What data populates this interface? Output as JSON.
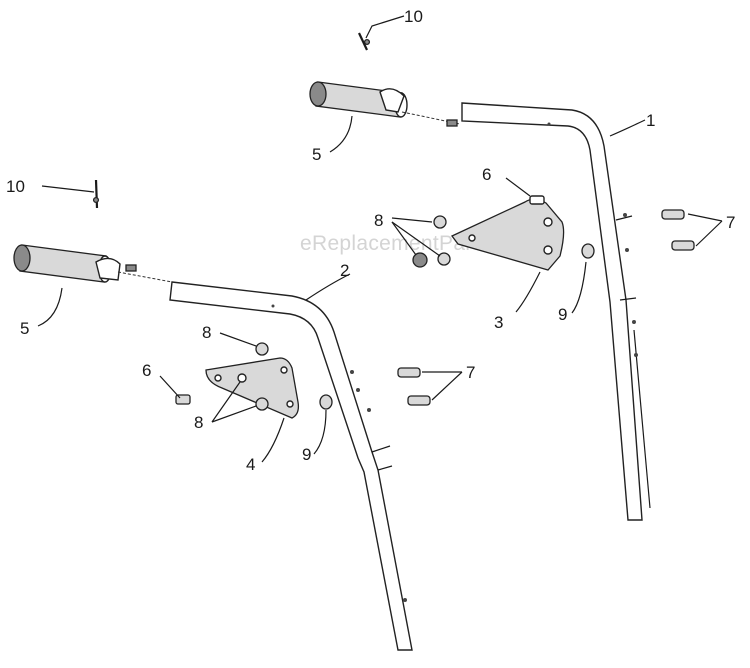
{
  "watermark": "eReplacementParts.com",
  "callouts": [
    {
      "id": "c10a",
      "label": "10"
    },
    {
      "id": "c5a",
      "label": "5"
    },
    {
      "id": "c1",
      "label": "1"
    },
    {
      "id": "c6a",
      "label": "6"
    },
    {
      "id": "c8a",
      "label": "8"
    },
    {
      "id": "c7a",
      "label": "7"
    },
    {
      "id": "c3",
      "label": "3"
    },
    {
      "id": "c9a",
      "label": "9"
    },
    {
      "id": "c10b",
      "label": "10"
    },
    {
      "id": "c5b",
      "label": "5"
    },
    {
      "id": "c2",
      "label": "2"
    },
    {
      "id": "c8b",
      "label": "8"
    },
    {
      "id": "c6b",
      "label": "6"
    },
    {
      "id": "c8c",
      "label": "8"
    },
    {
      "id": "c7b",
      "label": "7"
    },
    {
      "id": "c4",
      "label": "4"
    },
    {
      "id": "c9b",
      "label": "9"
    }
  ]
}
